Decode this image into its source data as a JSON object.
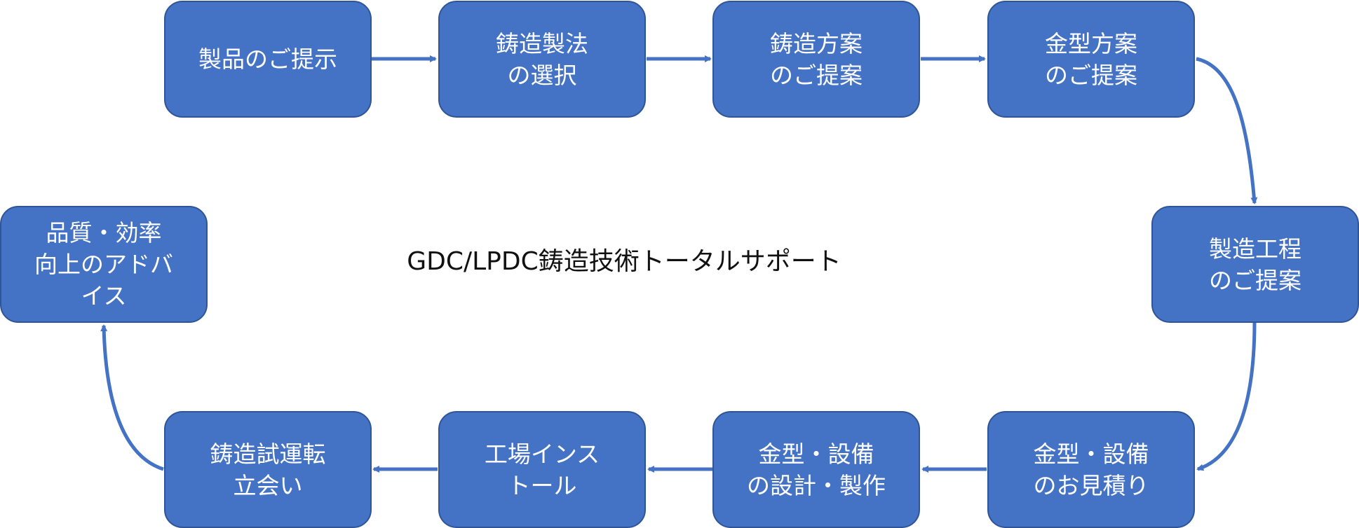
{
  "diagram": {
    "title": "GDC/LPDC鋳造技術トータルサポート",
    "colors": {
      "node_fill": "#4472c4",
      "node_border": "#2f5597",
      "arrow": "#4472c4",
      "text": "#ffffff"
    },
    "steps": [
      {
        "id": "s1",
        "label": "製品のご提示"
      },
      {
        "id": "s2",
        "label": "鋳造製法\nの選択"
      },
      {
        "id": "s3",
        "label": "鋳造方案\nのご提案"
      },
      {
        "id": "s4",
        "label": "金型方案\nのご提案"
      },
      {
        "id": "s5",
        "label": "製造工程\nのご提案"
      },
      {
        "id": "s6",
        "label": "金型・設備\nのお見積り"
      },
      {
        "id": "s7",
        "label": "金型・設備\nの設計・製作"
      },
      {
        "id": "s8",
        "label": "工場インス\nトール"
      },
      {
        "id": "s9",
        "label": "鋳造試運転\n立会い"
      },
      {
        "id": "s10",
        "label": "品質・効率\n向上のアドバ\nイス"
      }
    ]
  }
}
